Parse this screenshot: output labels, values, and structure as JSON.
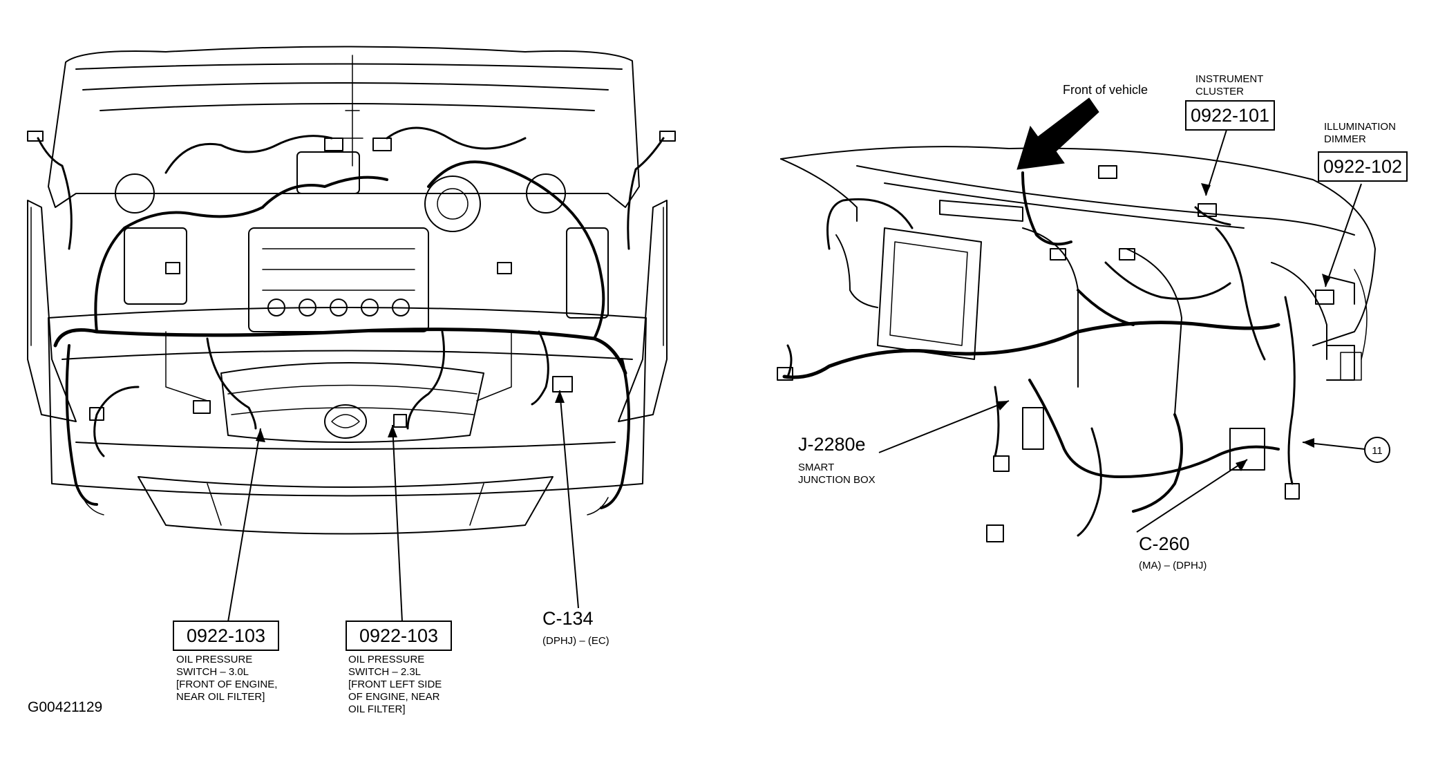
{
  "figure_id": "G00421129",
  "front_of_vehicle": "Front of vehicle",
  "callouts": {
    "instrument_cluster": {
      "name": "INSTRUMENT\nCLUSTER",
      "code": "0922-101"
    },
    "illumination_dimmer": {
      "name": "ILLUMINATION\nDIMMER",
      "code": "0922-102"
    },
    "smart_junction_box": {
      "code": "J-2280e",
      "name": "SMART\nJUNCTION BOX"
    },
    "c260": {
      "code": "C-260",
      "desc": "(MA) – (DPHJ)"
    },
    "circle_ref": "11",
    "oil_sw_30": {
      "code": "0922-103",
      "desc": "OIL PRESSURE\nSWITCH – 3.0L\n[FRONT OF ENGINE,\nNEAR OIL FILTER]"
    },
    "oil_sw_23": {
      "code": "0922-103",
      "desc": "OIL PRESSURE\nSWITCH – 2.3L\n[FRONT LEFT SIDE\nOF ENGINE, NEAR\nOIL FILTER]"
    },
    "c134": {
      "code": "C-134",
      "desc": "(DPHJ) – (EC)"
    }
  }
}
